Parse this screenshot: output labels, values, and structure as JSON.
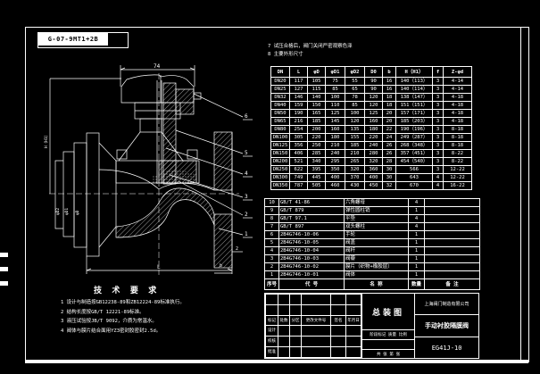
{
  "colors": {
    "background": "#000000",
    "line": "#ffffff"
  },
  "stamp": {
    "text": "G-07-9MT1+2B"
  },
  "notes_top": {
    "line1": "7 试压合格后，阀门关闭严密观察色泽",
    "line2": "8 主要外形尺寸"
  },
  "dim_table": {
    "headers": [
      "DN",
      "L",
      "φD",
      "φD1",
      "φD2",
      "D0",
      "b",
      "H（H1）",
      "f",
      "Z-φd"
    ],
    "rows": [
      [
        "DN20",
        "117",
        "105",
        "75",
        "55",
        "90",
        "16",
        "140（113）",
        "3",
        "4-14"
      ],
      [
        "DN25",
        "127",
        "115",
        "85",
        "65",
        "90",
        "16",
        "140（114）",
        "3",
        "4-14"
      ],
      [
        "DN32",
        "146",
        "140",
        "100",
        "78",
        "120",
        "18",
        "138（147）",
        "3",
        "4-18"
      ],
      [
        "DN40",
        "159",
        "150",
        "110",
        "85",
        "120",
        "18",
        "151（151）",
        "3",
        "4-18"
      ],
      [
        "DN50",
        "190",
        "165",
        "125",
        "100",
        "125",
        "20",
        "157（171）",
        "3",
        "4-18"
      ],
      [
        "DN65",
        "216",
        "185",
        "145",
        "120",
        "160",
        "20",
        "185（203）",
        "3",
        "4-18"
      ],
      [
        "DN80",
        "254",
        "200",
        "160",
        "135",
        "180",
        "22",
        "190（196）",
        "3",
        "8-18"
      ],
      [
        "DN100",
        "305",
        "220",
        "180",
        "155",
        "220",
        "24",
        "249（287）",
        "3",
        "8-18"
      ],
      [
        "DN125",
        "356",
        "250",
        "210",
        "185",
        "240",
        "26",
        "268（348）",
        "3",
        "8-18"
      ],
      [
        "DN150",
        "406",
        "285",
        "240",
        "210",
        "280",
        "26",
        "357（451）",
        "3",
        "8-22"
      ],
      [
        "DN200",
        "521",
        "340",
        "295",
        "265",
        "320",
        "28",
        "454（540）",
        "3",
        "8-22"
      ],
      [
        "DN250",
        "622",
        "395",
        "350",
        "320",
        "360",
        "30",
        "566",
        "3",
        "12-22"
      ],
      [
        "DN300",
        "749",
        "445",
        "400",
        "370",
        "400",
        "30",
        "643",
        "4",
        "12-22"
      ],
      [
        "DN350",
        "787",
        "505",
        "460",
        "430",
        "450",
        "32",
        "670",
        "4",
        "16-22"
      ]
    ]
  },
  "bom": {
    "headers": [
      "序号",
      "代  号",
      "名  称",
      "数量",
      "备  注"
    ],
    "rows": [
      [
        "10",
        "GB/T 41-86",
        "六角螺母",
        "4",
        ""
      ],
      [
        "9",
        "GB/T 879",
        "弹性圆柱销",
        "1",
        ""
      ],
      [
        "8",
        "GB/T 97.1",
        "平垫",
        "4",
        ""
      ],
      [
        "7",
        "GB/T 897",
        "双头螺柱",
        "4",
        ""
      ],
      [
        "6",
        "2B4G746-10-06",
        "手轮",
        "1",
        ""
      ],
      [
        "5",
        "2B4G746-10-05",
        "阀盖",
        "1",
        ""
      ],
      [
        "4",
        "2B4G746-10-04",
        "阀杆",
        "1",
        ""
      ],
      [
        "3",
        "2B4G746-10-03",
        "阀瓣",
        "1",
        ""
      ],
      [
        "2",
        "2B4G746-10-02",
        "膜片（织物+橡胶层）",
        "1",
        ""
      ],
      [
        "1",
        "2B4G746-10-01",
        "阀体",
        "1",
        ""
      ]
    ]
  },
  "tech_req": {
    "title": "技 术 要 求",
    "items": [
      "1 设计与制造按GB12238-89和ZB12224-89标准执行。",
      "2 结构长度按GB/T 12221-89标准。",
      "3 液压试验按JB/T 9092，介质为常温水。",
      "4 阀体与膜片结合面用YZ3密封胶密封2.5d。"
    ]
  },
  "title_block": {
    "drawing_type": "总装图",
    "company": "上海阀门制造有限公司",
    "product": "手动衬胶隔膜阀",
    "model": "EG41J-10",
    "rev_header": [
      "标记",
      "处数",
      "分区",
      "更改文件号",
      "签名",
      "年月日"
    ],
    "sig_labels": [
      "设计",
      "校核",
      "批准"
    ],
    "stage_row": "阶段标记 质量 比例",
    "sheet_row": "共 张 第 张"
  },
  "drawing": {
    "dim_top": "74",
    "dim_bottom": "L",
    "dim_left": "H（H1）",
    "flange_dims": [
      "φD2",
      "φD1",
      "φD"
    ],
    "dim_f": "2",
    "dim_b": "b",
    "balloons": [
      "6",
      "5",
      "4",
      "3",
      "2",
      "1"
    ]
  }
}
